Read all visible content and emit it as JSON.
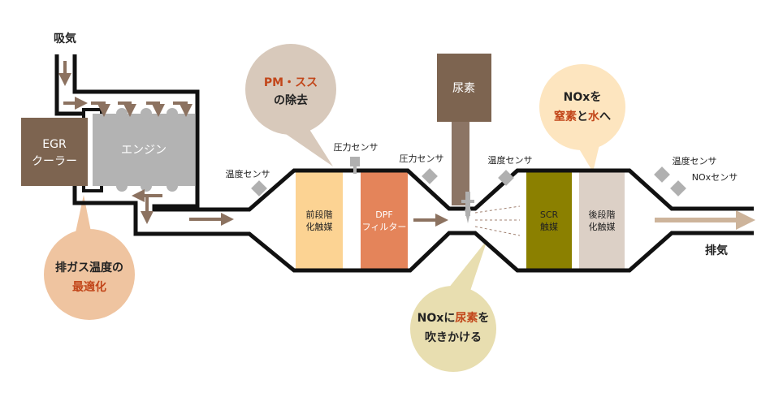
{
  "labels": {
    "intake": "吸気",
    "exhaust": "排気",
    "egr_cooler": [
      "EGR",
      "クーラー"
    ],
    "engine": "エンジン",
    "pre_catalyst": [
      "前段階",
      "化触媒"
    ],
    "dpf": [
      "DPF",
      "フィルター"
    ],
    "urea": "尿素",
    "scr": [
      "SCR",
      "触媒"
    ],
    "post_catalyst": [
      "後段階",
      "化触媒"
    ],
    "temp_sensor": "温度センサ",
    "pressure_sensor": "圧力センサ",
    "nox_sensor": "NOxセンサ"
  },
  "bubbles": {
    "pm": {
      "line1": "PM・スス",
      "line2": "の除去"
    },
    "egr": {
      "line1": "排ガス温度の",
      "line2": "最適化"
    },
    "nox": {
      "line1": "NOxを",
      "l2a": "窒素",
      "l2b": "と",
      "l2c": "水",
      "l2d": "へ"
    },
    "urea": {
      "l1a": "NOxに",
      "l1b": "尿素",
      "l1c": "を",
      "line2": "吹きかける"
    }
  },
  "colors": {
    "accent": "#c2461a",
    "brown": "#7d6450",
    "arrow": "#8c7260"
  }
}
